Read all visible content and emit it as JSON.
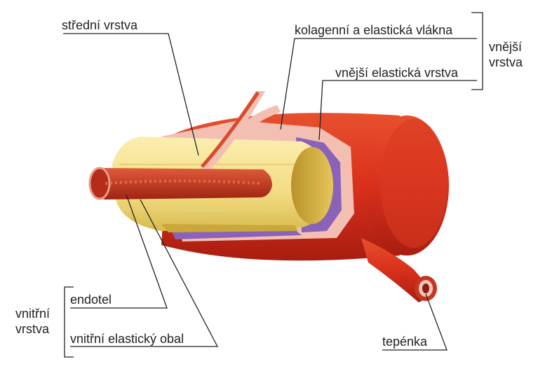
{
  "labels": {
    "stredni_vrstva": "střední vrstva",
    "kolagenni": "kolagenní a elastická vlákna",
    "vnejsi_elasticka": "vnější elastická vrstva",
    "vnejsi_group_line1": "vnější",
    "vnejsi_group_line2": "vrstva",
    "endotel": "endotel",
    "vnitrni_elasticky_obal": "vnitřní elastický obal",
    "vnitrni_group_line1": "vnitřní",
    "vnitrni_group_line2": "vrstva",
    "tepenka": "tepénka"
  },
  "colors": {
    "outer_red": "#d9301c",
    "outer_red_dark": "#a81d10",
    "pink_wall": "#f0b8ae",
    "purple_layer": "#8a63b8",
    "yellow_muscle": "#f2dc82",
    "yellow_dark": "#b59a2e",
    "lumen_red": "#c5371f",
    "line": "#222222"
  }
}
